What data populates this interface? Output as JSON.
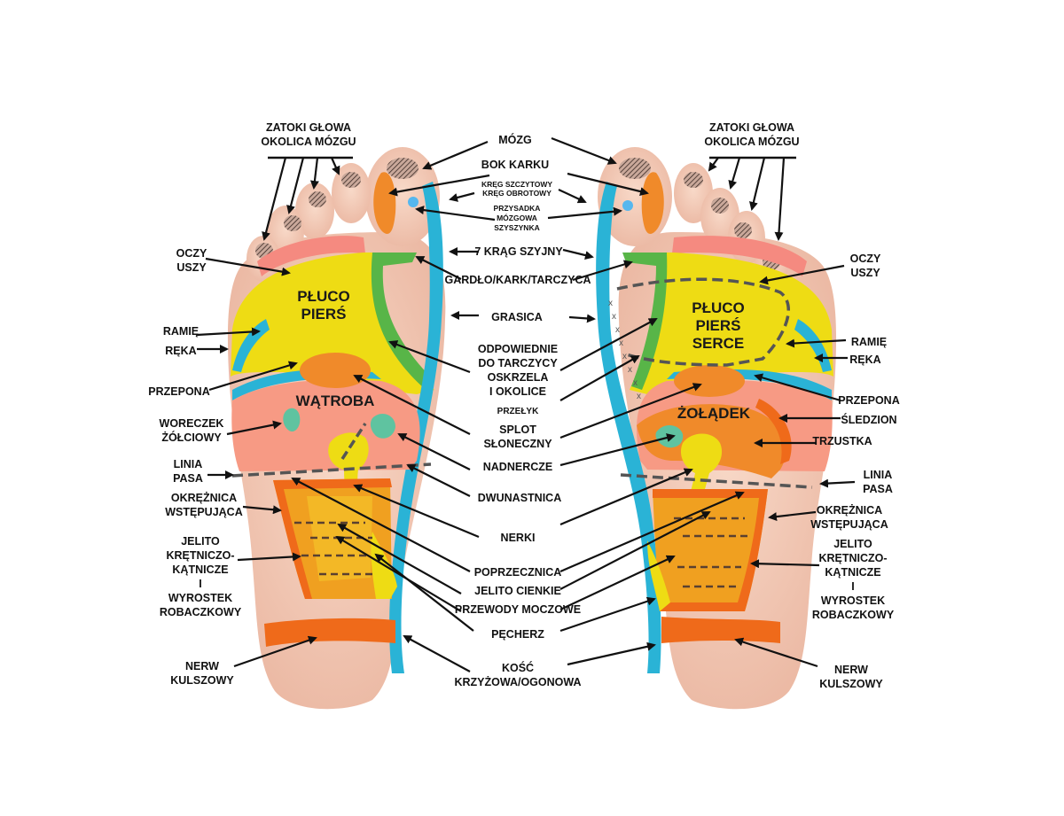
{
  "colors": {
    "skin": "#f3cdb8",
    "skin_shadow": "#e6ad97",
    "yellow": "#eedc14",
    "cyan": "#2ab3d6",
    "green": "#58b548",
    "orange": "#f08a2a",
    "dark_orange": "#ef6a1a",
    "pink": "#f58a80",
    "salmon": "#f79a84",
    "blue_dot": "#56b7ee"
  },
  "zones": {
    "left_lung": [
      "PŁUCO",
      "PIERŚ"
    ],
    "left_liver": "WĄTROBA",
    "right_lung": [
      "PŁUCO",
      "PIERŚ",
      "SERCE"
    ],
    "right_stomach": "ŻOŁĄDEK"
  },
  "labels": {
    "left_sinus": [
      "ZATOKI GŁOWA",
      "OKOLICA MÓZGU"
    ],
    "right_sinus": [
      "ZATOKI GŁOWA",
      "OKOLICA MÓZGU"
    ],
    "left_eyes": [
      "OCZY",
      "USZY"
    ],
    "right_eyes": [
      "OCZY",
      "USZY"
    ],
    "left_shoulder": "RAMIĘ",
    "left_hand": "RĘKA",
    "right_shoulder": "RAMIĘ",
    "right_hand": "RĘKA",
    "left_diaphragm": "PRZEPONA",
    "right_diaphragm": "PRZEPONA",
    "gallbladder": [
      "WORECZEK",
      "ŻÓŁCIOWY"
    ],
    "spleen": "ŚLEDZION",
    "pancreas": "TRZUSTKA",
    "left_waist": [
      "LINIA",
      "PASA"
    ],
    "right_waist": [
      "LINIA",
      "PASA"
    ],
    "left_colon": [
      "OKRĘŻNICA",
      "WSTĘPUJĄCA"
    ],
    "right_colon": [
      "OKRĘŻNICA",
      "WSTĘPUJĄCA"
    ],
    "left_ileum": [
      "JELITO",
      "KRĘTNICZO-",
      "KĄTNICZE",
      "I",
      "WYROSTEK",
      "ROBACZKOWY"
    ],
    "right_ileum": [
      "JELITO",
      "KRĘTNICZO-",
      "KĄTNICZE",
      "I",
      "WYROSTEK",
      "ROBACZKOWY"
    ],
    "left_sciatic": [
      "NERW",
      "KULSZOWY"
    ],
    "right_sciatic": [
      "NERW",
      "KULSZOWY"
    ],
    "center": {
      "brain": "MÓZG",
      "neck_side": "BOK KARKU",
      "vertebra": [
        "KRĘG SZCZYTOWY",
        "KRĘG OBROTOWY"
      ],
      "pituitary": [
        "PRZYSADKA",
        "MÓZGOWA",
        "SZYSZYNKA"
      ],
      "c7": "7 KRĄG SZYJNY",
      "throat": "GARDŁO/KARK/TARCZYCA",
      "thymus": "GRASICA",
      "thyroid_rel": [
        "ODPOWIEDNIE",
        "DO TARCZYCY"
      ],
      "bronchi": [
        "OSKRZELA",
        "I OKOLICE"
      ],
      "esophagus": "PRZEŁYK",
      "solar": [
        "SPLOT",
        "SŁONECZNY"
      ],
      "adrenal": "NADNERCZE",
      "duodenum": "DWUNASTNICA",
      "kidneys": "NERKI",
      "transverse": "POPRZECZNICA",
      "small_int": "JELITO CIENKIE",
      "ureters": "PRZEWODY MOCZOWE",
      "bladder": "PĘCHERZ",
      "sacrum": [
        "KOŚĆ",
        "KRZYŻOWA/OGONOWA"
      ]
    }
  }
}
